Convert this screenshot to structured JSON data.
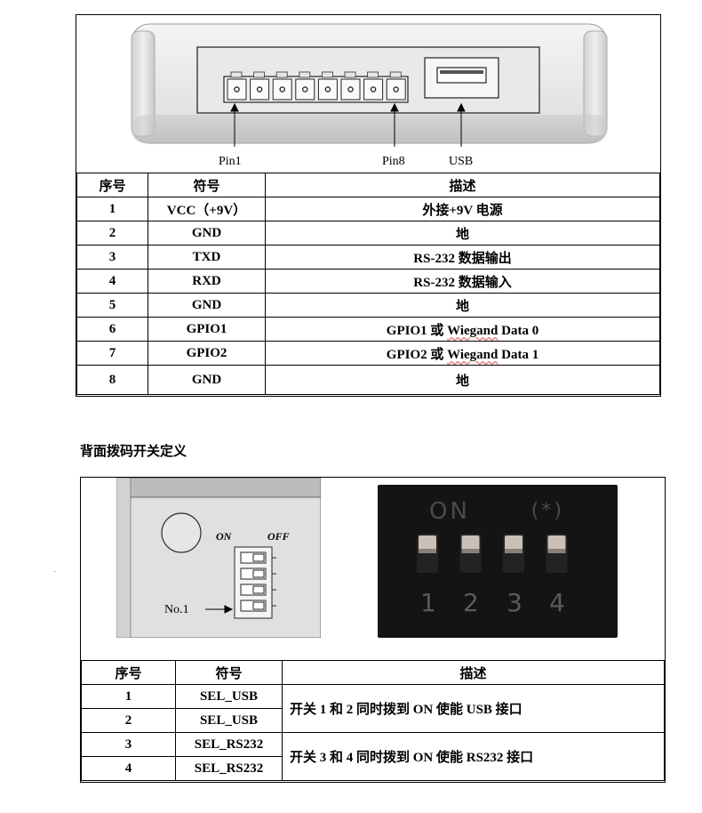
{
  "connector_panel": {
    "pin1_label": "Pin1",
    "pin8_label": "Pin8",
    "usb_label": "USB"
  },
  "pin_table": {
    "headers": [
      "序号",
      "符号",
      "描述"
    ],
    "rows": [
      {
        "no": "1",
        "symbol": "VCC（+9V）",
        "desc": "外接+9V 电源"
      },
      {
        "no": "2",
        "symbol": "GND",
        "desc": "地"
      },
      {
        "no": "3",
        "symbol": "TXD",
        "desc": "RS-232 数据输出"
      },
      {
        "no": "4",
        "symbol": "RXD",
        "desc": "RS-232 数据输入"
      },
      {
        "no": "5",
        "symbol": "GND",
        "desc": "地"
      },
      {
        "no": "6",
        "symbol": "GPIO1",
        "desc_prefix": "GPIO1 或 ",
        "desc_wavy": "Wiegand",
        "desc_suffix": " Data 0"
      },
      {
        "no": "7",
        "symbol": "GPIO2",
        "desc_prefix": "GPIO2 或 ",
        "desc_wavy": "Wiegand",
        "desc_suffix": " Data 1"
      },
      {
        "no": "8",
        "symbol": "GND",
        "desc": "地"
      }
    ]
  },
  "dip_section": {
    "heading": "背面拨码开关定义",
    "drawing": {
      "on_label": "ON",
      "off_label": "OFF",
      "no1_label": "No.1"
    },
    "photo": {
      "on_text": "ON",
      "star_text": "(*)",
      "numbers": [
        "1",
        "2",
        "3",
        "4"
      ]
    }
  },
  "dip_table": {
    "headers": [
      "序号",
      "符号",
      "描述"
    ],
    "rows": [
      {
        "no": "1",
        "symbol": "SEL_USB"
      },
      {
        "no": "2",
        "symbol": "SEL_USB"
      },
      {
        "no": "3",
        "symbol": "SEL_RS232"
      },
      {
        "no": "4",
        "symbol": "SEL_RS232"
      }
    ],
    "desc_usb": "开关 1 和 2 同时拨到 ON 使能 USB 接口",
    "desc_rs232": "开关 3 和 4 同时拨到 ON 使能 RS232 接口"
  },
  "colors": {
    "photo_bg": "#141414",
    "switch_light": "#c9c1b8",
    "wavy": "#e04040"
  }
}
